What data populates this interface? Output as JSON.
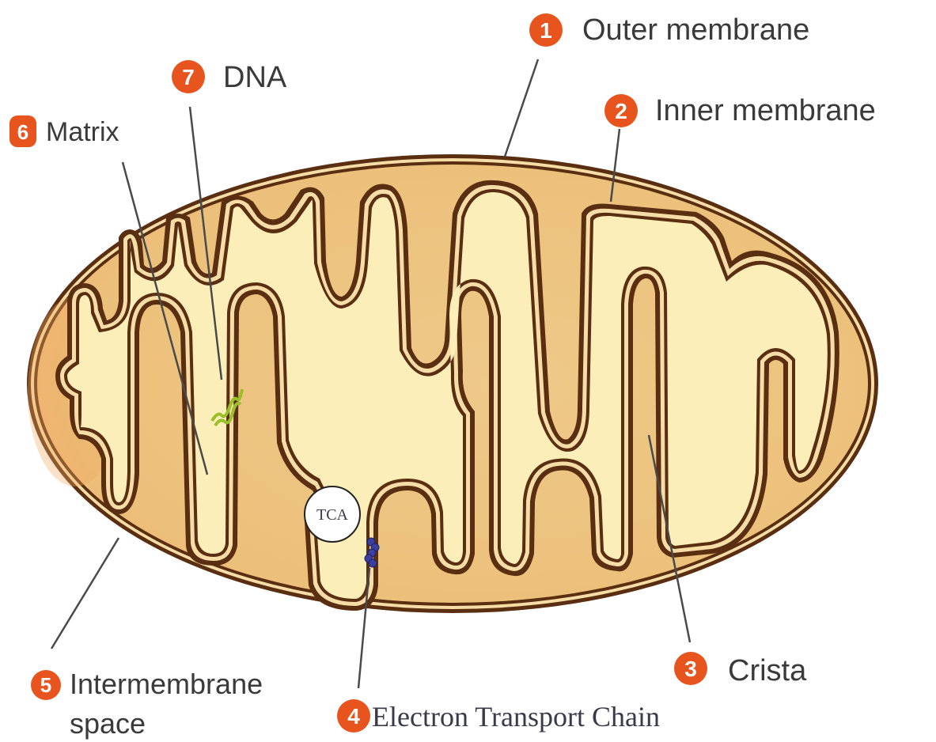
{
  "diagram": {
    "tca_label": "TCA",
    "labels": [
      {
        "id": "outer-membrane",
        "number": "1",
        "text": "Outer membrane"
      },
      {
        "id": "inner-membrane",
        "number": "2",
        "text": "Inner membrane"
      },
      {
        "id": "crista",
        "number": "3",
        "text": "Crista"
      },
      {
        "id": "electron-transport-chain",
        "number": "4",
        "text": "Electron Transport Chain"
      },
      {
        "id": "intermembrane-space",
        "number": "5",
        "text_line1": "Intermembrane",
        "text_line2": "space"
      },
      {
        "id": "matrix",
        "number": "6",
        "text": "Matrix"
      },
      {
        "id": "dna",
        "number": "7",
        "text": "DNA"
      }
    ]
  },
  "colors": {
    "badge": "#e8541e",
    "outer_fill": "#ebc27e",
    "matrix_fill": "#fbeeb8",
    "membrane": "#5a2e10",
    "leader": "#4a4a4a",
    "dna": "#9bbf2a",
    "etc": "#3b3fa0"
  }
}
